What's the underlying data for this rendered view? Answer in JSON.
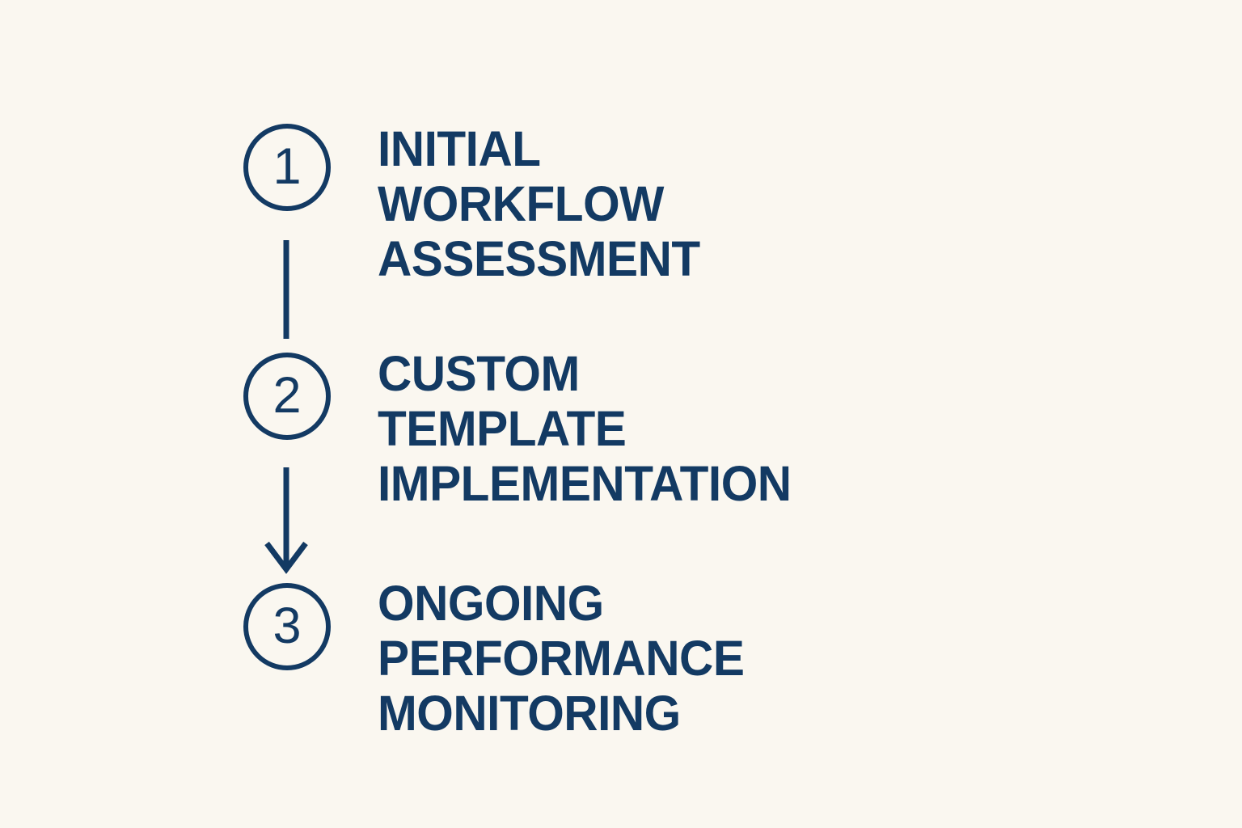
{
  "page": {
    "background_color": "#faf7f0",
    "accent_color": "#133a63",
    "title": "Process Steps Diagram"
  },
  "steps": [
    {
      "number": "1",
      "label": "INITIAL WORKFLOW\nASSESSMENT",
      "line1": "INITIAL WORKFLOW",
      "line2": "ASSESSMENT"
    },
    {
      "number": "2",
      "label": "CUSTOM TEMPLATE\nIMPLEMENTATION",
      "line1": "CUSTOM TEMPLATE",
      "line2": "IMPLEMENTATION"
    },
    {
      "number": "3",
      "label": "ONGOING PERFORMANCE\nMONITORING",
      "line1": "ONGOING PERFORMANCE",
      "line2": "MONITORING"
    }
  ],
  "connectors": [
    {
      "from": "1",
      "to": "2",
      "style": "plain-line",
      "has_arrowhead": false
    },
    {
      "from": "2",
      "to": "3",
      "style": "arrow",
      "has_arrowhead": true
    }
  ]
}
